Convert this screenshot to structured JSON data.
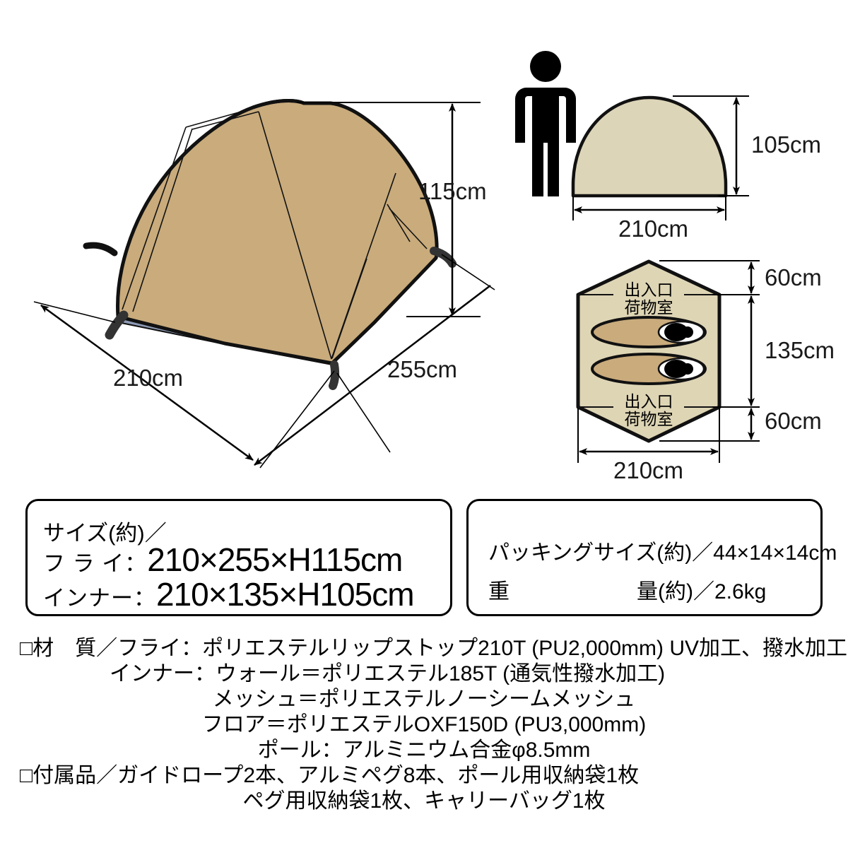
{
  "document": {
    "title": "テント 仕様図"
  },
  "diagram_main": {
    "name": "tent-perspective-view",
    "dim_height": "115cm",
    "dim_width": "210cm",
    "dim_depth": "255cm",
    "colors": {
      "fly": "#c9ab7c",
      "outline": "#111111",
      "groundsheet": "#8d9ab5"
    }
  },
  "diagram_side": {
    "name": "tent-side-profile",
    "person_icon": "person-standing-icon",
    "dim_height": "105cm",
    "dim_width": "210cm",
    "colors": {
      "dome": "#ddd5b8",
      "outline": "#111111"
    }
  },
  "diagram_plan": {
    "name": "tent-floor-plan",
    "label_top": [
      "出入口",
      "荷物室"
    ],
    "label_bottom": [
      "出入口",
      "荷物室"
    ],
    "dim_top": "60cm",
    "dim_middle": "135cm",
    "dim_bottom": "60cm",
    "dim_width": "210cm",
    "colors": {
      "floor": "#ded5b5",
      "sleeping_bag": "#c9ab7c",
      "outline": "#111111"
    }
  },
  "box_size": {
    "heading": "サイズ(約)／",
    "rows": [
      {
        "label": "フ ラ イ：",
        "value": "210×255×H115cm"
      },
      {
        "label": "インナー：",
        "value": "210×135×H105cm"
      }
    ]
  },
  "box_packing": {
    "line1": "パッキングサイズ(約)／44×14×14cm",
    "line2": "重　　　　　　量(約)／2.6kg"
  },
  "spec": {
    "lines": [
      {
        "style": "left",
        "text": "□材　質／フライ：ポリエステルリップストップ210T (PU2,000mm) UV加工、撥水加工"
      },
      {
        "style": "indent",
        "text": "インナー：ウォール＝ポリエステル185T (通気性撥水加工)"
      },
      {
        "style": "center",
        "text": "メッシュ＝ポリエステルノーシームメッシュ"
      },
      {
        "style": "center",
        "text": "フロア＝ポリエステルOXF150D (PU3,000mm)"
      },
      {
        "style": "center",
        "text": "ポール：アルミニウム合金φ8.5mm"
      },
      {
        "style": "left",
        "text": "□付属品／ガイドロープ2本、アルミペグ8本、ポール用収納袋1枚"
      },
      {
        "style": "center",
        "text": "ペグ用収納袋1枚、キャリーバッグ1枚"
      }
    ]
  }
}
